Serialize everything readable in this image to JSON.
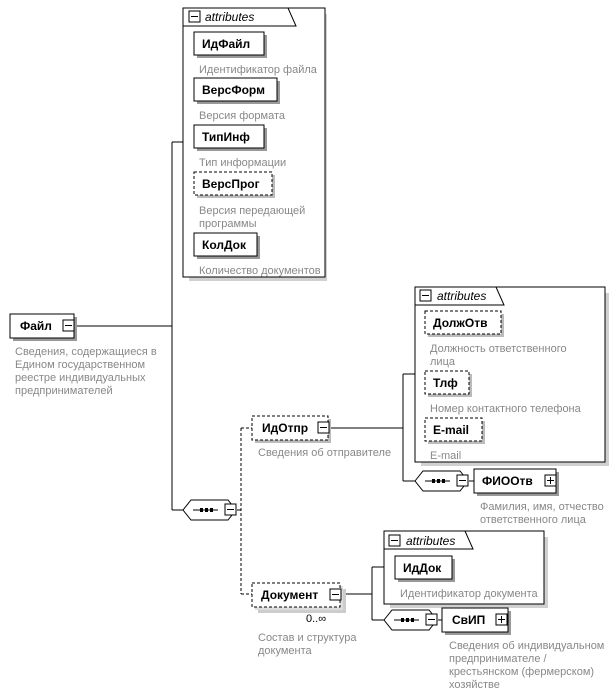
{
  "root": {
    "name": "Файл",
    "desc": [
      "Сведения, содержащиеся в",
      "Едином государственном",
      "реестре индивидуальных",
      "предпринимателей"
    ]
  },
  "attributes_title": "attributes",
  "file_attrs": [
    {
      "name": "ИдФайл",
      "desc": [
        "Идентификатор файла"
      ]
    },
    {
      "name": "ВерсФорм",
      "desc": [
        "Версия формата"
      ]
    },
    {
      "name": "ТипИнф",
      "desc": [
        "Тип информации"
      ]
    },
    {
      "name": "ВерсПрог",
      "desc": [
        "Версия передающей",
        "программы"
      ]
    },
    {
      "name": "КолДок",
      "desc": [
        "Количество документов"
      ]
    }
  ],
  "sender": {
    "name": "ИдОтпр",
    "desc": [
      "Сведения об отправителе"
    ],
    "attrs": [
      {
        "name": "ДолжОтв",
        "desc": [
          "Должность ответственного",
          "лица"
        ]
      },
      {
        "name": "Тлф",
        "desc": [
          "Номер контактного телефона"
        ]
      },
      {
        "name": "E-mail",
        "desc": [
          "E-mail"
        ]
      }
    ],
    "child": {
      "name": "ФИООтв",
      "desc": [
        "Фамилия, имя, отчество",
        "ответственного лица"
      ]
    }
  },
  "document": {
    "name": "Документ",
    "occurrence": "0..∞",
    "desc": [
      "Состав и структура",
      "документа"
    ],
    "attrs": [
      {
        "name": "ИдДок",
        "desc": [
          "Идентификатор документа"
        ]
      }
    ],
    "child": {
      "name": "СвИП",
      "desc": [
        "Сведения об индивидуальном",
        "предпринимателе /",
        "крестьянском (фермерском)",
        "хозяйстве"
      ]
    }
  }
}
